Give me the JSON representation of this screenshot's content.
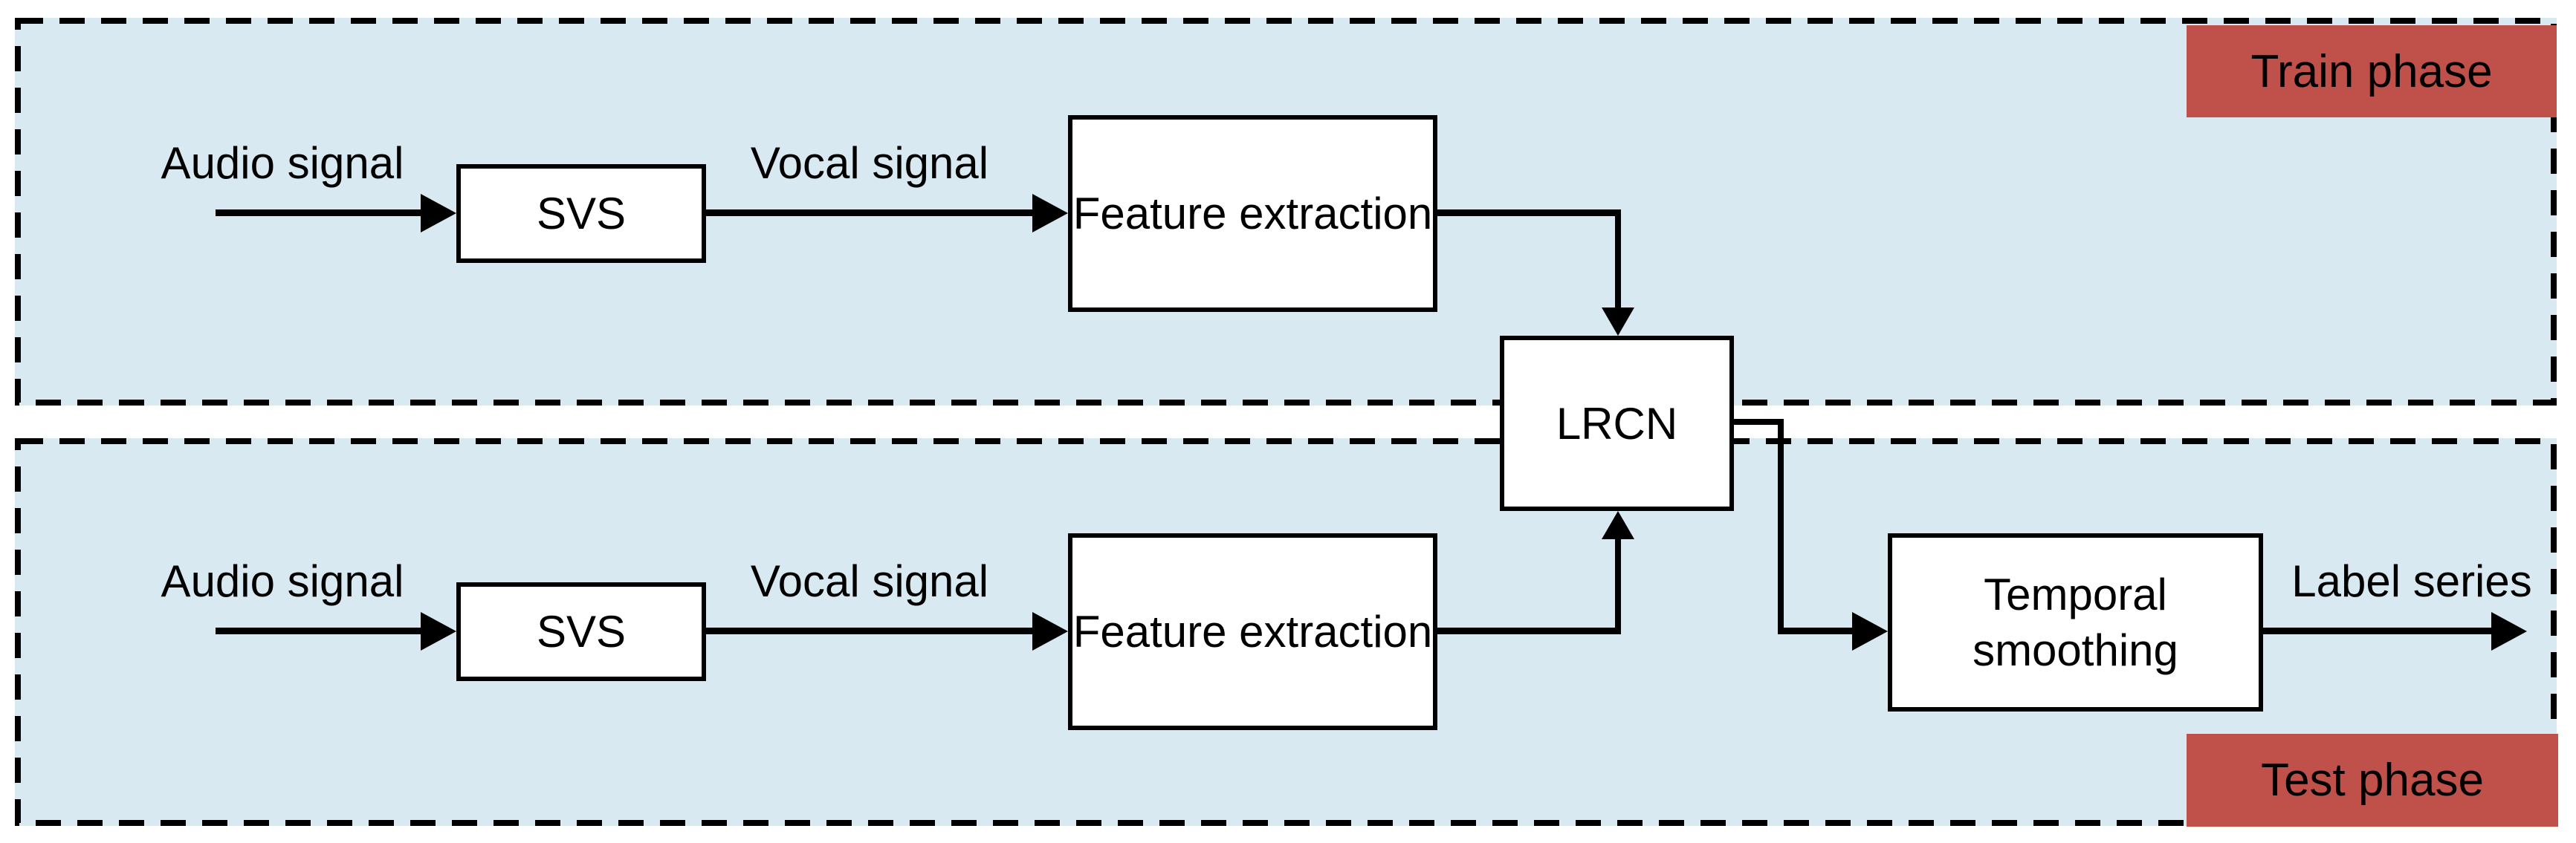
{
  "colors": {
    "badge_bg": "#bf504a",
    "region_fill": "#d9e9f2",
    "line": "#000000",
    "node_fill": "#ffffff"
  },
  "regions": {
    "train": {
      "badge": "Train phase"
    },
    "test": {
      "badge": "Test phase"
    }
  },
  "nodes": {
    "svs_train": {
      "label": "SVS"
    },
    "feat_train": {
      "label": "Feature extraction"
    },
    "lrcn": {
      "label": "LRCN"
    },
    "svs_test": {
      "label": "SVS"
    },
    "feat_test": {
      "label": "Feature extraction"
    },
    "temporal": {
      "label": "Temporal smoothing"
    }
  },
  "edge_labels": {
    "audio_train": "Audio signal",
    "vocal_train": "Vocal signal",
    "audio_test": "Audio signal",
    "vocal_test": "Vocal signal",
    "label_series": "Label series"
  }
}
